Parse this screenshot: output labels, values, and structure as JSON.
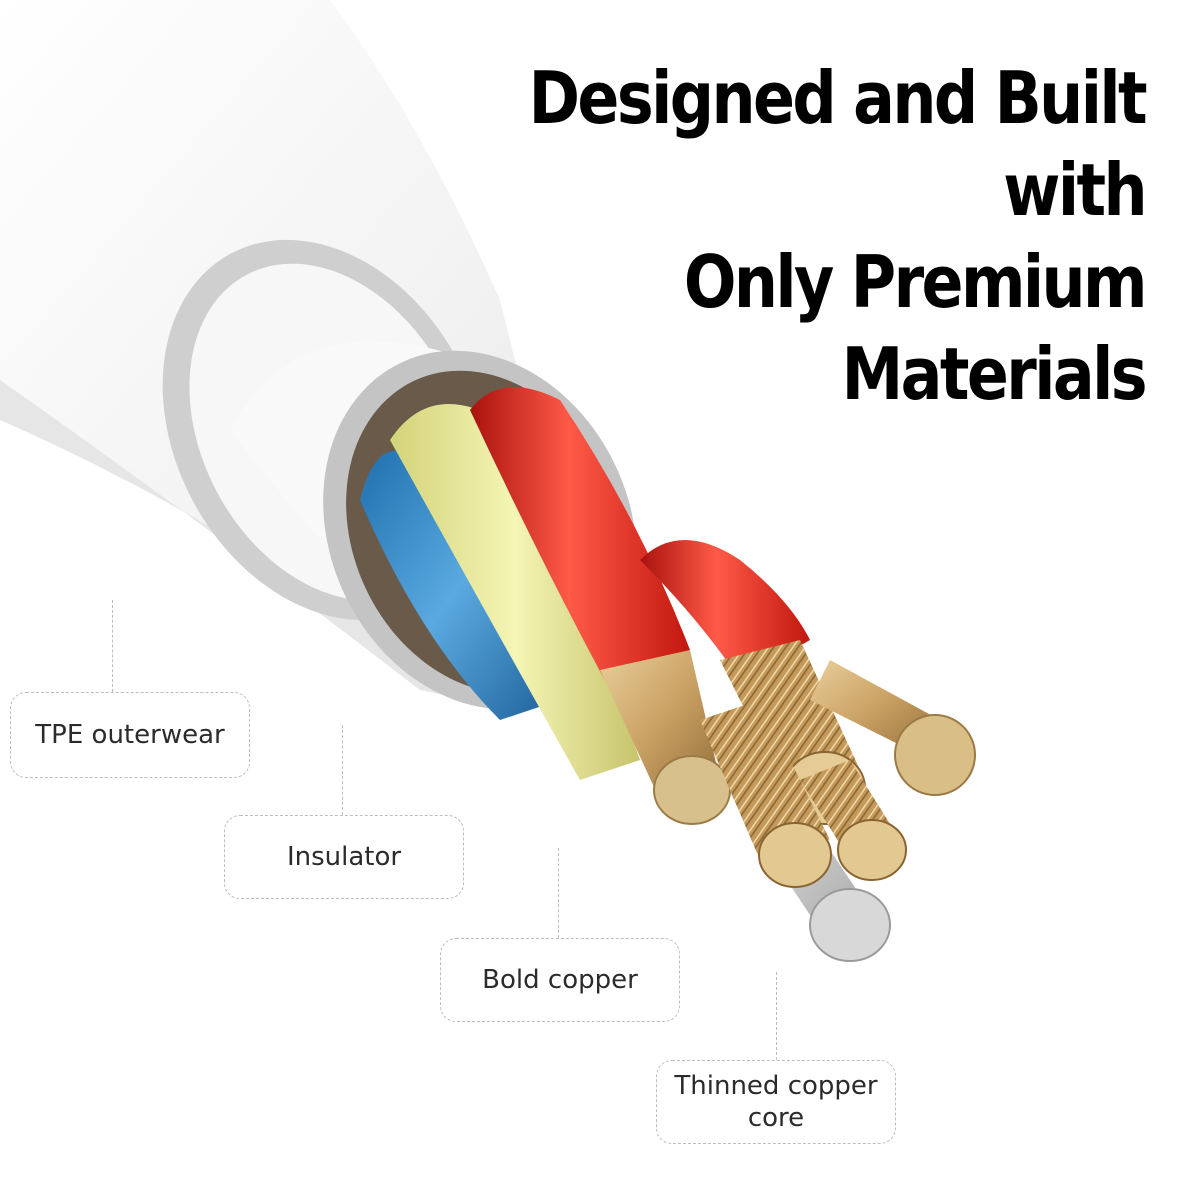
{
  "headline": {
    "line1": "Designed and Built with",
    "line2": "Only Premium",
    "line3": "Materials"
  },
  "callouts": {
    "tpe": "TPE outerwear",
    "insulator": "Insulator",
    "bold_copper": "Bold copper",
    "thinned_core": "Thinned copper core"
  },
  "colors": {
    "jacket": "#f4f4f4",
    "ring": "#c4c4c4",
    "red_wire": "#d9241c",
    "yellow_wire": "#e4e48c",
    "blue_wire": "#2f86c8",
    "copper": "#c9a46a",
    "silver_core": "#c9c9c9",
    "callout_border": "#bdbdbd"
  }
}
